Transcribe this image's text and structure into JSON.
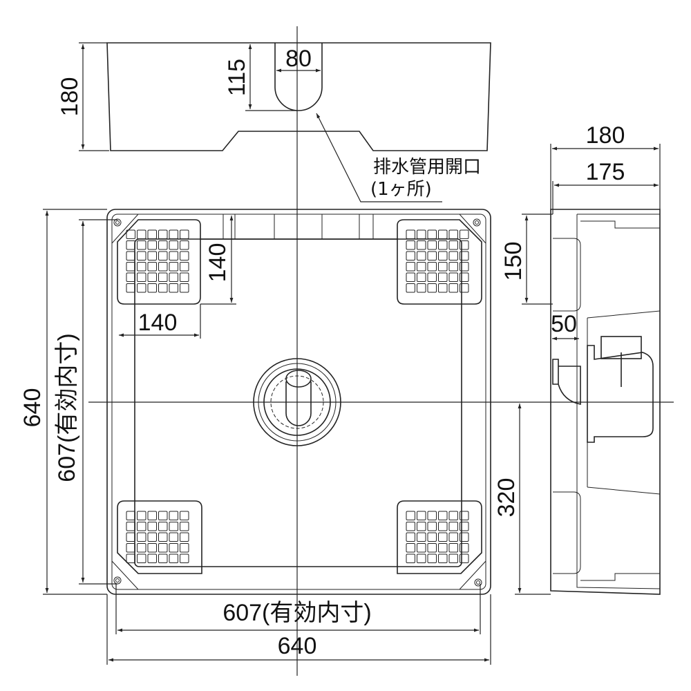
{
  "front_view": {
    "height_dim": "180",
    "slot_width_dim": "80",
    "slot_depth_dim": "115",
    "drain_opening_label": "排水管用開口",
    "drain_opening_count": "(1ヶ所)"
  },
  "plan_view": {
    "pad_height_dim": "140",
    "pad_width_dim": "140",
    "outer_height_dim": "640",
    "inner_height_dim": "607(有効内寸)",
    "inner_width_dim": "607(有効内寸)",
    "outer_width_dim": "640"
  },
  "side_view": {
    "outer_depth_dim": "180",
    "inner_depth_dim": "175",
    "top_offset_dim": "150",
    "pipe_offset_dim": "50",
    "drain_height_dim": "320"
  }
}
